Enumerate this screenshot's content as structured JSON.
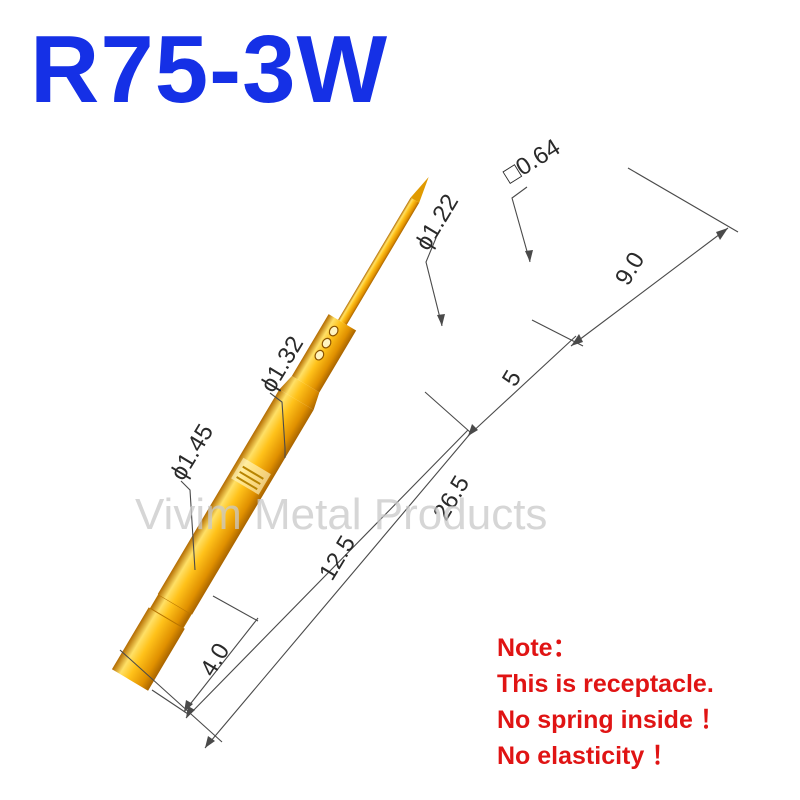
{
  "title": "R75-3W",
  "watermark": "Vivim Metal Products",
  "dimensions": {
    "tip_square": "□0.64",
    "d_1_22": "ϕ1.22",
    "d_1_32": "ϕ1.32",
    "d_1_45": "ϕ1.45",
    "len_9_0": "9.0",
    "len_5": "5",
    "len_26_5": "26.5",
    "len_12_5": "12.5",
    "len_4_0": "4.0"
  },
  "note": {
    "heading": "Note：",
    "lines": [
      "This is receptacle.",
      "No spring inside ！",
      "No elasticity ！"
    ]
  },
  "colors": {
    "title": "#1530e6",
    "note": "#e01414",
    "gold_light": "#ffd84a",
    "gold_mid": "#f0a800",
    "gold_dark": "#c37800",
    "line": "#4a4a4a"
  }
}
